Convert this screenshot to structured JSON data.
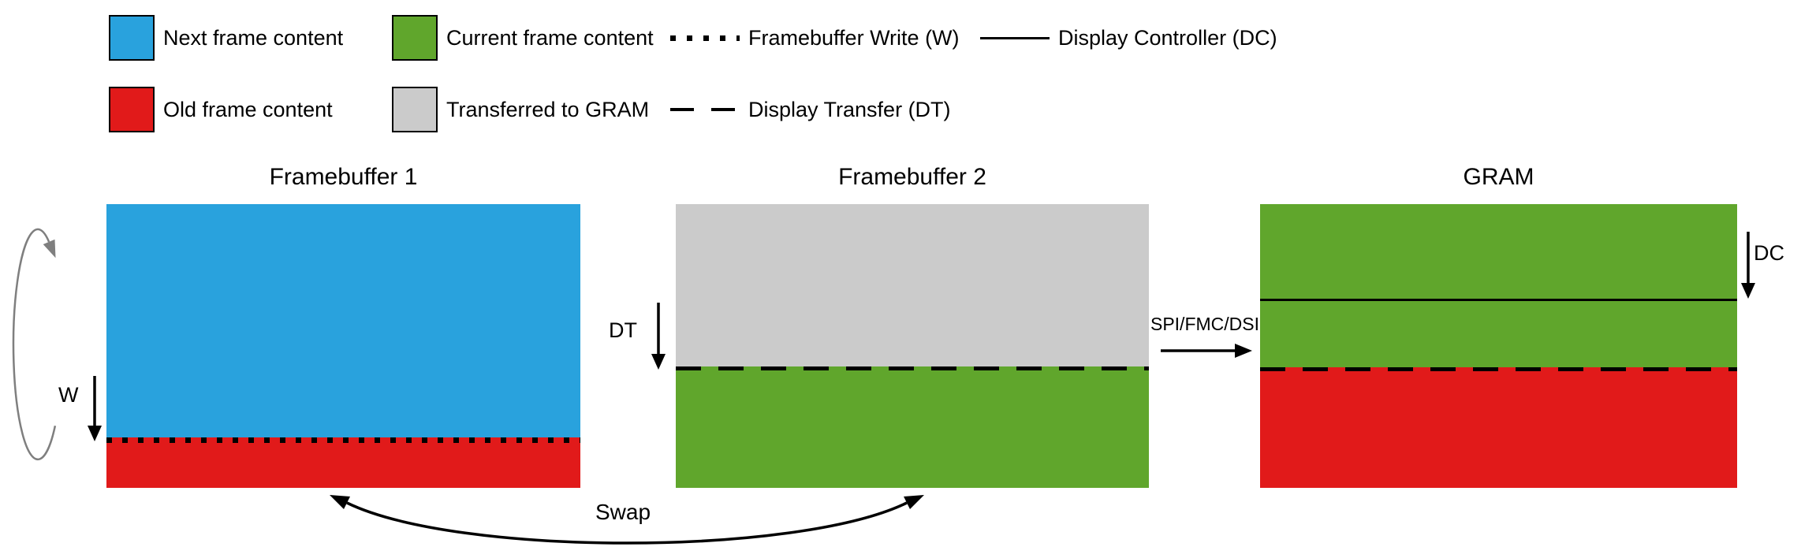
{
  "colors": {
    "next_frame": "#29a2dd",
    "current_frame": "#60a62c",
    "old_frame": "#e11a1a",
    "transferred_gram": "#cbcbcb",
    "line": "#000000",
    "loop_arrow": "#7f7f7f"
  },
  "legend": {
    "next_frame": "Next frame content",
    "current_frame": "Current frame content",
    "framebuffer_write": "Framebuffer Write (W)",
    "display_controller": "Display Controller (DC)",
    "old_frame": "Old frame content",
    "transferred_gram": "Transferred to GRAM",
    "display_transfer": "Display Transfer (DT)"
  },
  "diagram": {
    "framebuffer1_title": "Framebuffer 1",
    "framebuffer2_title": "Framebuffer 2",
    "gram_title": "GRAM",
    "write_label": "W",
    "display_transfer_label": "DT",
    "display_controller_label": "DC",
    "bus_label": "SPI/FMC/DSI",
    "swap_label": "Swap"
  }
}
